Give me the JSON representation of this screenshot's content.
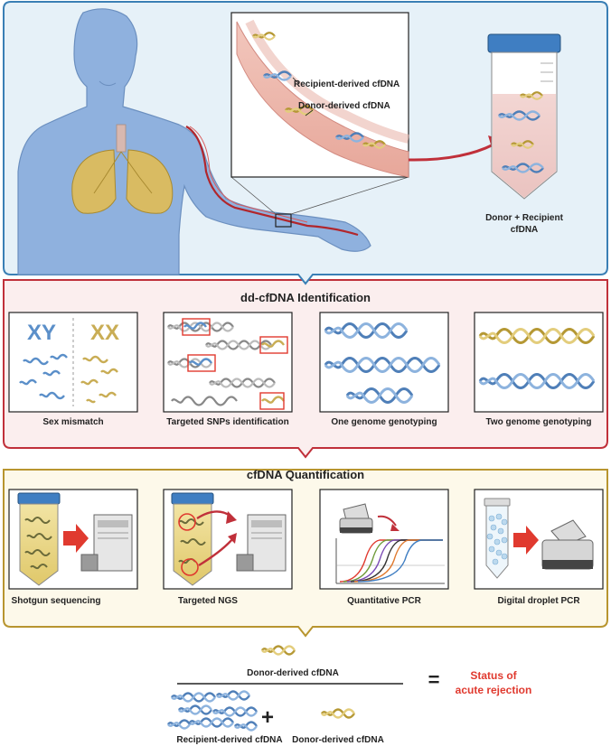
{
  "top_panel": {
    "recipient_label": "Recipient-derived cfDNA",
    "donor_label": "Donor-derived cfDNA",
    "tube_label_line1": "Donor + Recipient",
    "tube_label_line2": "cfDNA"
  },
  "identification": {
    "title": "dd-cfDNA Identification",
    "cards": [
      {
        "label": "Sex mismatch",
        "chromosomes_left": "XY",
        "chromosomes_right": "XX"
      },
      {
        "label": "Targeted SNPs identification"
      },
      {
        "label": "One genome genotyping"
      },
      {
        "label": "Two genome genotyping"
      }
    ]
  },
  "quantification": {
    "title": "cfDNA Quantification",
    "cards": [
      {
        "label": "Shotgun sequencing"
      },
      {
        "label": "Targeted NGS"
      },
      {
        "label": "Quantitative PCR"
      },
      {
        "label": "Digital droplet PCR"
      }
    ]
  },
  "formula": {
    "numerator": "Donor-derived cfDNA",
    "equals": "=",
    "result_line1": "Status of",
    "result_line2": "acute rejection",
    "plus": "+",
    "denominator_left": "Recipient-derived cfDNA",
    "denominator_right": "Donor-derived cfDNA"
  },
  "colors": {
    "top_border": "#3a7fb5",
    "top_fill": "#e6f1f8",
    "mid_border": "#c0303a",
    "mid_fill": "#fbeeee",
    "bottom_border": "#b8952f",
    "bottom_fill": "#fdf9ea",
    "recipient_dna": "#5b8fc9",
    "donor_dna": "#c9ad55",
    "result_text": "#e03a2f",
    "body": "#8fb1de"
  },
  "icons": [
    "human-body-icon",
    "lungs-icon",
    "blood-vessel-icon",
    "test-tube-icon",
    "sequencer-icon",
    "pcr-machine-icon",
    "qpcr-curves-icon",
    "droplet-tube-icon"
  ]
}
